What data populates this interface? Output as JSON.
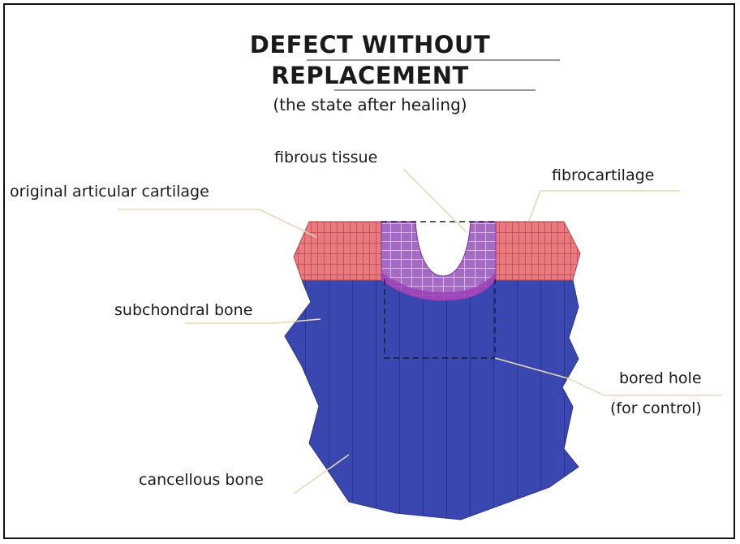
{
  "title_line1": "DEFECT WITHOUT",
  "title_line2": "REPLACEMENT",
  "subtitle": "(the state after healing)",
  "labels": {
    "fibrous_tissue": "fibrous tissue",
    "fibrocartilage": "fibrocartilage",
    "original_cartilage": "original articular cartilage",
    "subchondral_bone": "subchondral bone",
    "bored_hole_line1": "bored hole",
    "bored_hole_line2": "(for control)",
    "cancellous_bone": "cancellous bone"
  },
  "colors": {
    "cartilage": "#ea7a80",
    "bone": "#3b47b0",
    "fibrous": "#a56ac2",
    "fibrous_edge": "#8a3aa8",
    "leader": "#e6d8b8"
  }
}
